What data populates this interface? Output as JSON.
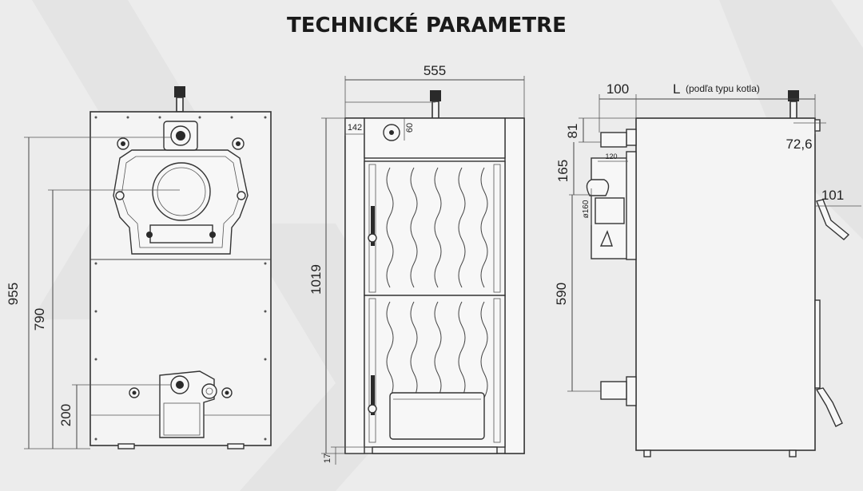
{
  "title": "TECHNICKÉ PARAMETRE",
  "front_view": {
    "dims": {
      "height_total": "955",
      "height_upper": "790",
      "height_lower": "200"
    }
  },
  "middle_view": {
    "dims": {
      "width": "555",
      "height": "1019",
      "offset_left": "142",
      "knob_offset": "60",
      "foot": "17"
    }
  },
  "side_view": {
    "dims": {
      "left_offset": "100",
      "length_label": "L",
      "length_note": "(podľa typu kotla)",
      "top_conn": "81",
      "flue_pos": "165",
      "flue_depth": "120",
      "flue_diameter": "ø160",
      "lower_conn": "590",
      "right_conn": "72,6",
      "handle": "101"
    }
  },
  "colors": {
    "background": "#ececec",
    "line": "#333333"
  }
}
